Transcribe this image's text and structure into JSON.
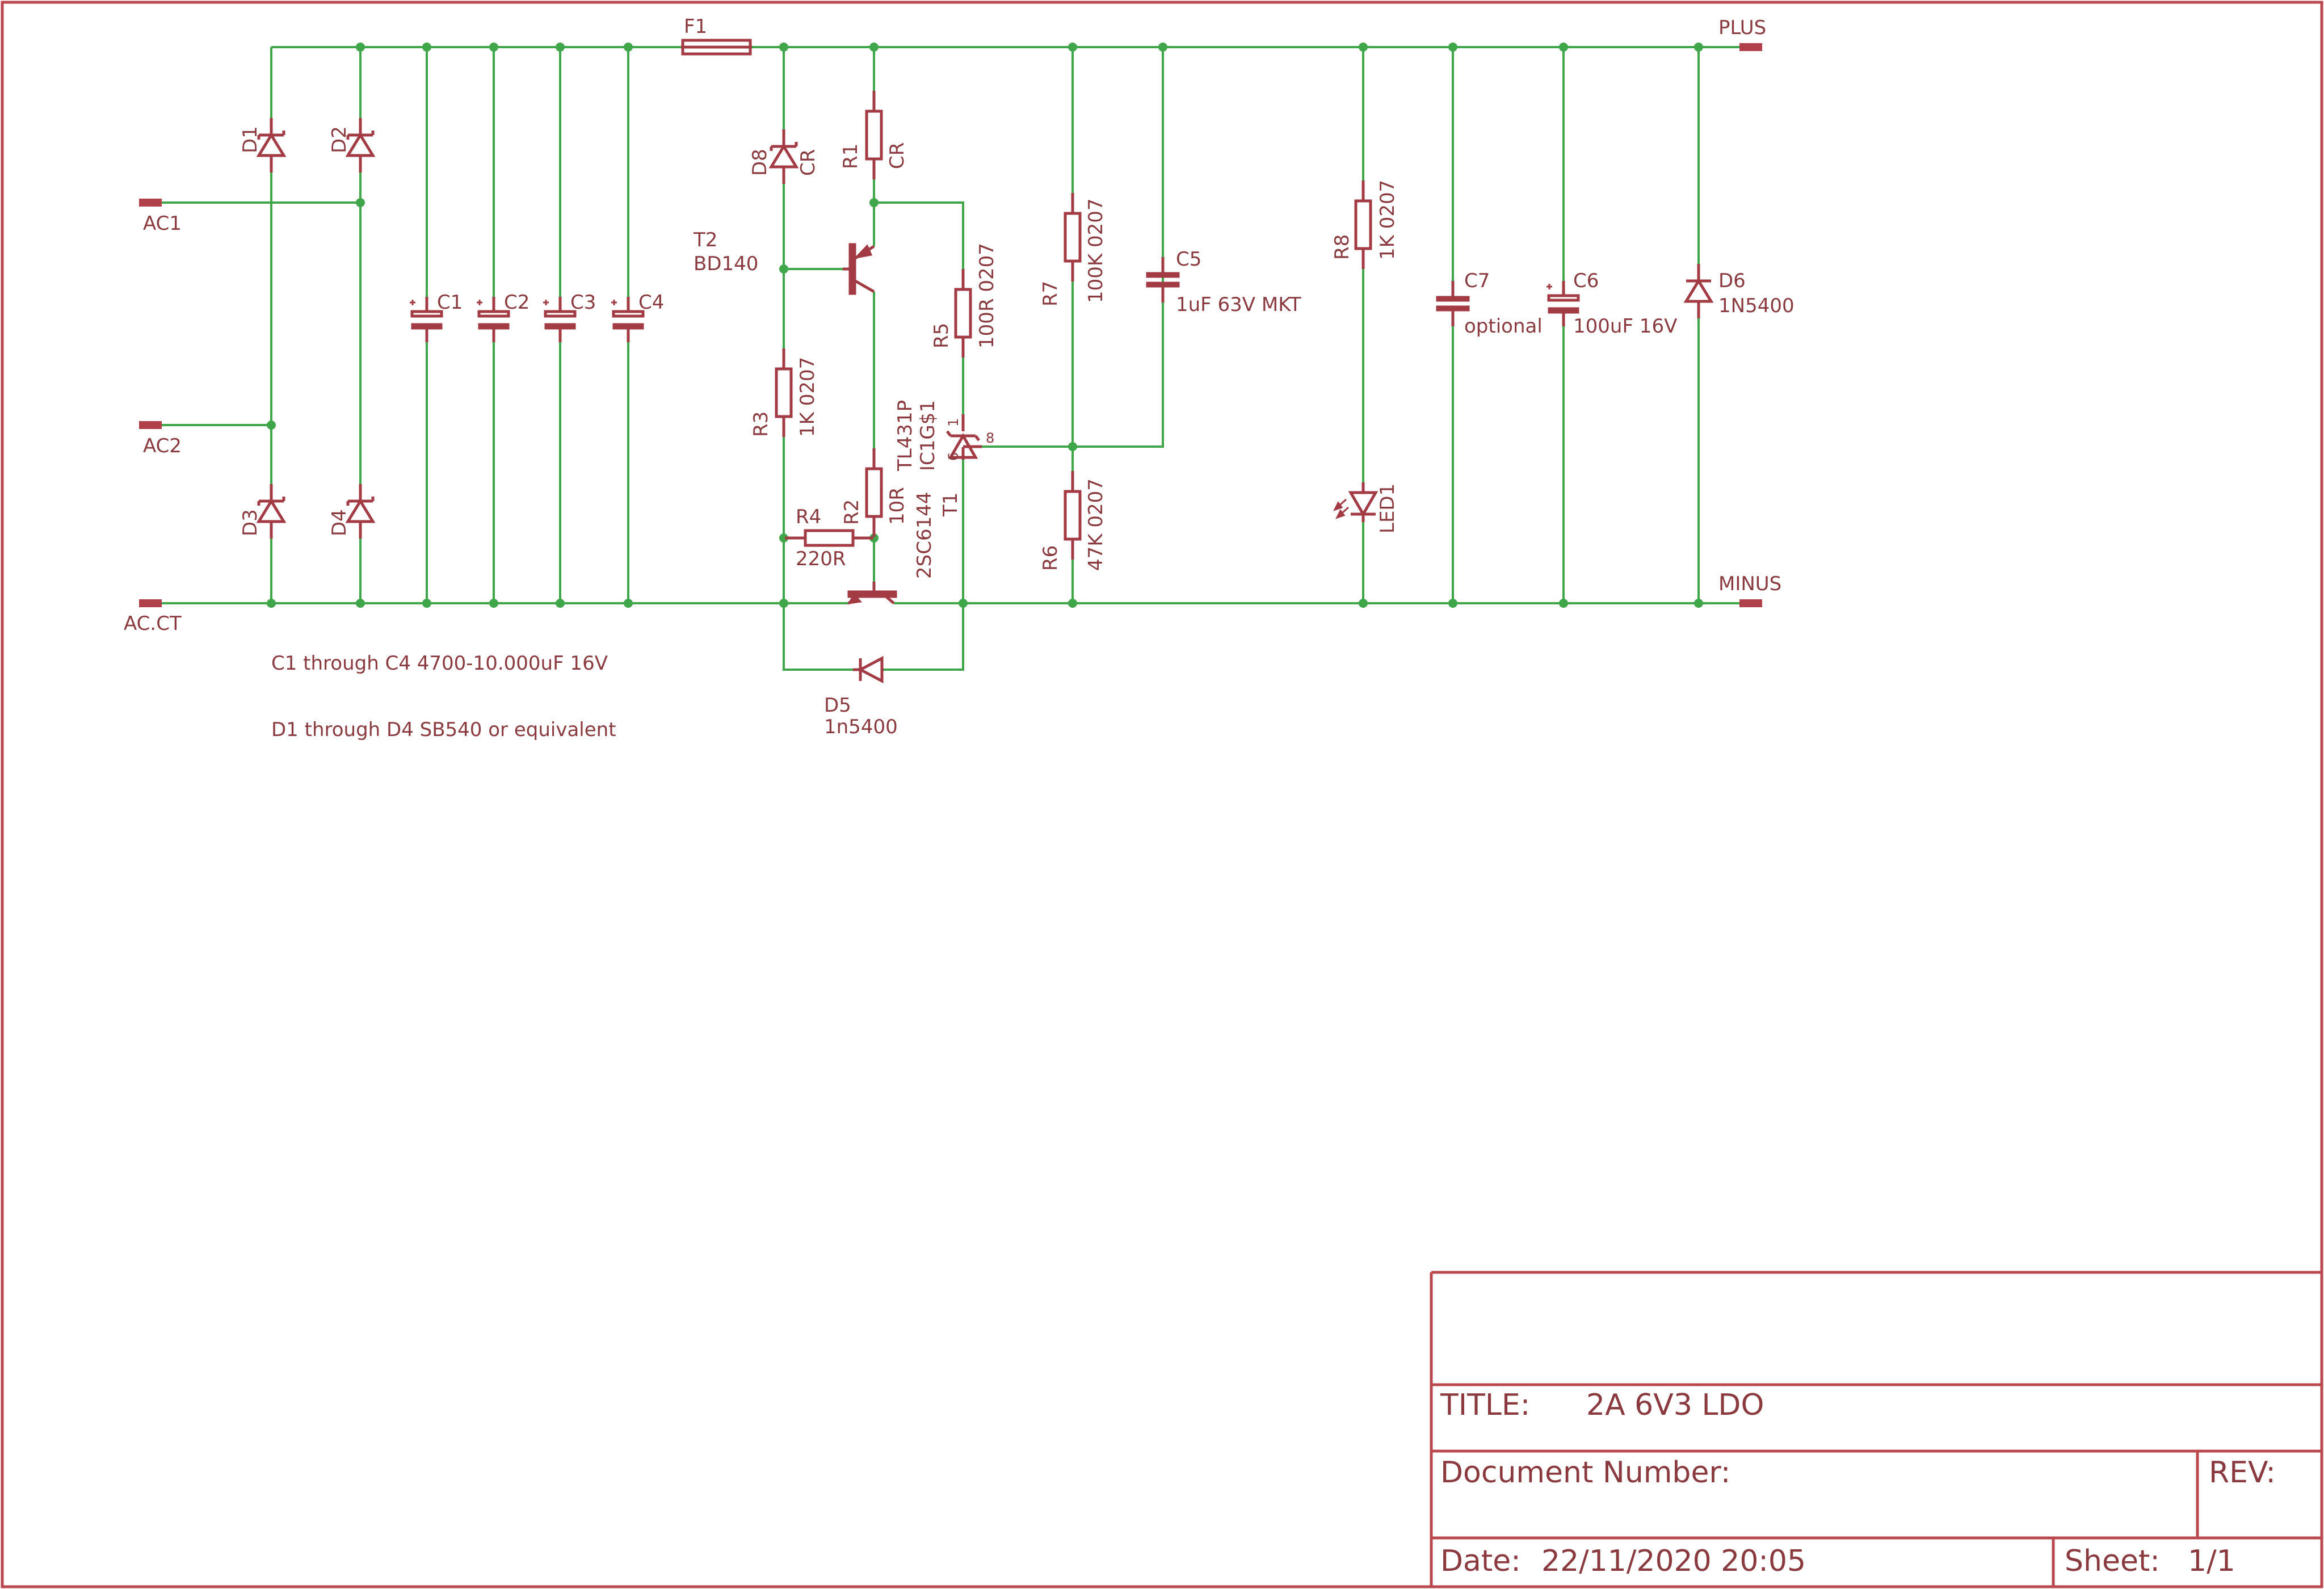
{
  "schematic": {
    "ports": [
      {
        "name": "PLUS"
      },
      {
        "name": "MINUS"
      },
      {
        "name": "AC1"
      },
      {
        "name": "AC2"
      },
      {
        "name": "AC.CT"
      }
    ],
    "parts": [
      {
        "ref": "D1"
      },
      {
        "ref": "D2"
      },
      {
        "ref": "D3"
      },
      {
        "ref": "D4"
      },
      {
        "ref": "C1"
      },
      {
        "ref": "C2"
      },
      {
        "ref": "C3"
      },
      {
        "ref": "C4"
      },
      {
        "ref": "F1"
      },
      {
        "ref": "D8",
        "value": "CR"
      },
      {
        "ref": "R1",
        "value": "CR"
      },
      {
        "ref": "T2",
        "value": "BD140"
      },
      {
        "ref": "R3",
        "value": "1K 0207"
      },
      {
        "ref": "R4",
        "value": "220R"
      },
      {
        "ref": "R2",
        "value": "10R"
      },
      {
        "ref": "T1",
        "value": "2SC6144"
      },
      {
        "ref": "IC1G$1",
        "value": "TL431P",
        "pins": [
          "1",
          "6",
          "8"
        ]
      },
      {
        "ref": "R5",
        "value": "100R 0207"
      },
      {
        "ref": "R7",
        "value": "100K 0207"
      },
      {
        "ref": "R6",
        "value": "47K 0207"
      },
      {
        "ref": "C5",
        "value": "1uF 63V MKT"
      },
      {
        "ref": "R8",
        "value": "1K 0207"
      },
      {
        "ref": "LED1"
      },
      {
        "ref": "C7",
        "value": "optional"
      },
      {
        "ref": "C6",
        "value": "100uF 16V"
      },
      {
        "ref": "D6",
        "value": "1N5400"
      },
      {
        "ref": "D5",
        "value": "1n5400"
      }
    ],
    "notes": [
      "C1 through C4 4700-10.000uF 16V",
      "D1 through D4 SB540 or equivalent"
    ]
  },
  "title_block": {
    "title_label": "TITLE:",
    "title": "2A 6V3 LDO",
    "doc_label": "Document Number:",
    "rev_label": "REV:",
    "date_label": "Date:",
    "date": "22/11/2020 20:05",
    "sheet_label": "Sheet:",
    "sheet": "1/1"
  },
  "colors": {
    "wire": "#3fa64a",
    "part": "#a23b44",
    "text": "#8a3a3e",
    "frame": "#b9484f"
  }
}
